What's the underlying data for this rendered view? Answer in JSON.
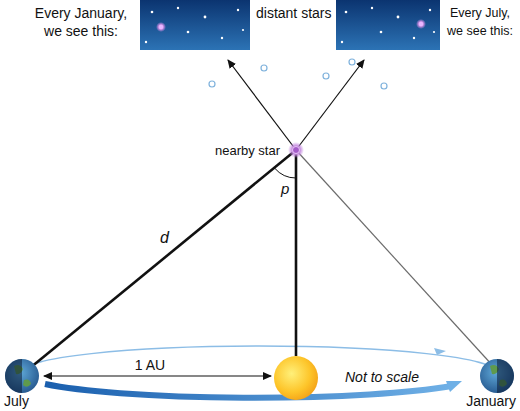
{
  "diagram": {
    "labels": [
      "Every January, we see this:",
      "distant stars",
      "Every July, we see this:",
      "nearby star",
      "p",
      "d",
      "1 AU",
      "Not to scale",
      "July",
      "January"
    ]
  }
}
